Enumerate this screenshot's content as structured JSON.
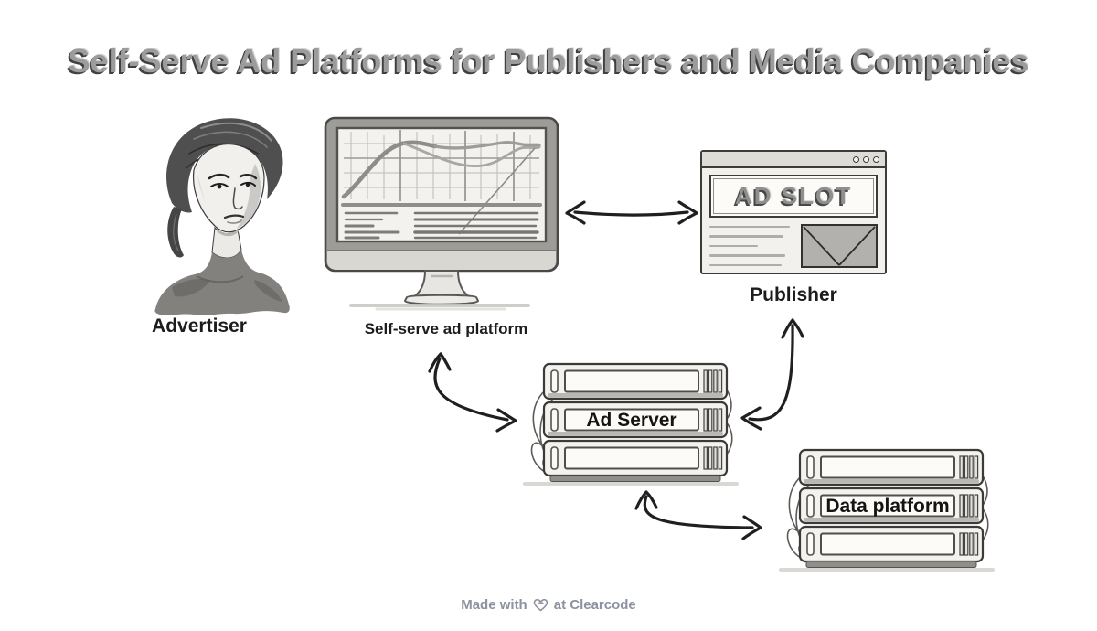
{
  "title": "Self-Serve Ad Platforms for Publishers and Media Companies",
  "nodes": {
    "advertiser": {
      "label": "Advertiser"
    },
    "platform": {
      "label": "Self-serve ad platform"
    },
    "publisher": {
      "label": "Publisher",
      "ad_slot_text": "AD SLOT"
    },
    "ad_server": {
      "label": "Ad Server"
    },
    "data_platform": {
      "label": "Data platform"
    }
  },
  "connections": [
    {
      "from": "self-serve-ad-platform",
      "to": "publisher",
      "type": "bidirectional"
    },
    {
      "from": "self-serve-ad-platform",
      "to": "ad-server",
      "type": "bidirectional"
    },
    {
      "from": "publisher",
      "to": "ad-server",
      "type": "bidirectional"
    },
    {
      "from": "ad-server",
      "to": "data-platform",
      "type": "bidirectional"
    }
  ],
  "footer": {
    "text_before": "Made with",
    "text_after": "at Clearcode",
    "icon": "heart-icon"
  },
  "colors": {
    "background": "#ffffff",
    "sketch_ink": "#1f1f1f",
    "sketch_gray": "#9a9a98",
    "title_gray": "#9c9c9c",
    "title_shadow": "#404040",
    "label_dark": "#1c1c1c",
    "footer_gray": "#8d91a0"
  }
}
